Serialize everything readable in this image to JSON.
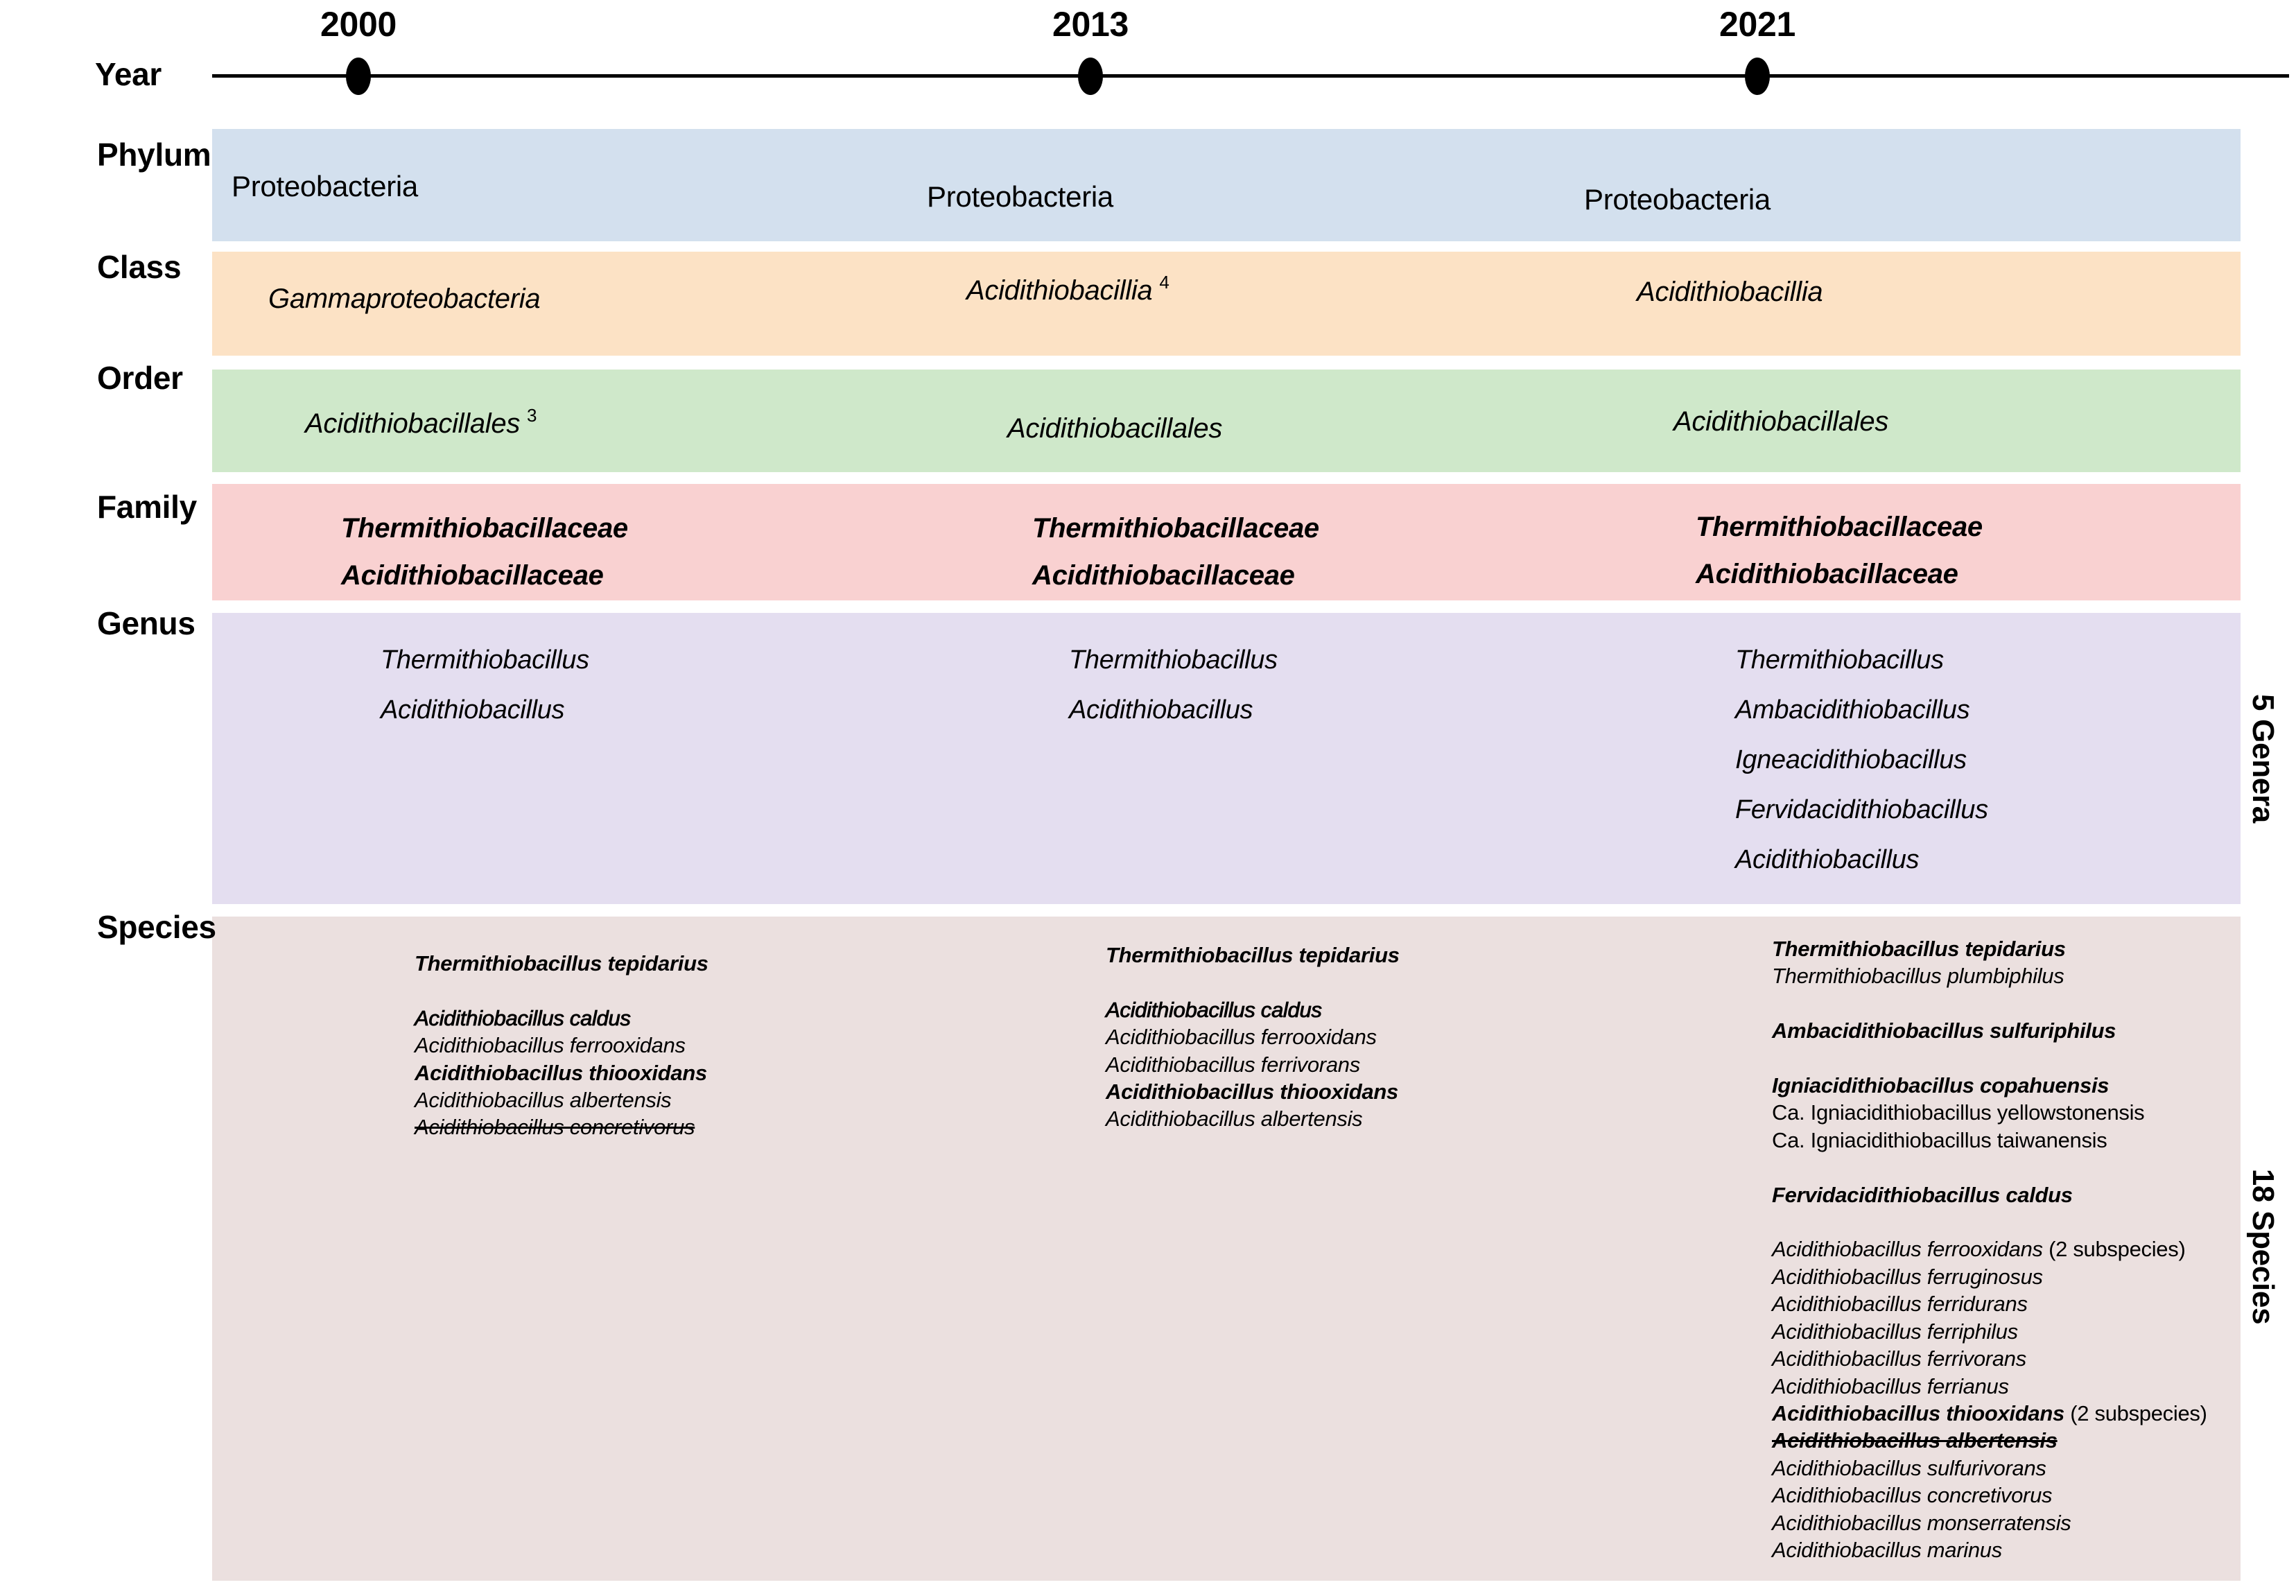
{
  "figure": {
    "background": "#ffffff",
    "text_color": "#000000"
  },
  "timeline": {
    "axis_label": "Year",
    "years": [
      "2000",
      "2013",
      "2021"
    ]
  },
  "side_labels": [
    {
      "id": "genera",
      "text": "5 Genera"
    },
    {
      "id": "species",
      "text": "18 Species"
    }
  ],
  "band_colors": {
    "phylum": "#d3e0ee",
    "class": "#fce2c5",
    "order": "#cfe8ca",
    "family": "#f9d1d1",
    "genus": "#e4def0",
    "species": "#ebe0df"
  },
  "taxonomy_rows": [
    {
      "key": "phylum",
      "rank": "Phylum",
      "columns": [
        [
          {
            "t": "Proteobacteria",
            "s": "r"
          }
        ],
        [
          {
            "t": "Proteobacteria",
            "s": "r"
          }
        ],
        [
          {
            "t": "Proteobacteria",
            "s": "r"
          }
        ]
      ]
    },
    {
      "key": "class",
      "rank": "Class",
      "columns": [
        [
          {
            "t": "Gammaproteobacteria",
            "s": "i"
          }
        ],
        [
          {
            "t": "Acidithiobacillia",
            "s": "i",
            "sup": "4"
          }
        ],
        [
          {
            "t": "Acidithiobacillia",
            "s": "i"
          }
        ]
      ]
    },
    {
      "key": "order",
      "rank": "Order",
      "columns": [
        [
          {
            "t": "Acidithiobacillales",
            "s": "i",
            "sup": "3"
          }
        ],
        [
          {
            "t": "Acidithiobacillales",
            "s": "i"
          }
        ],
        [
          {
            "t": "Acidithiobacillales",
            "s": "i"
          }
        ]
      ]
    },
    {
      "key": "family",
      "rank": "Family",
      "columns": [
        [
          {
            "t": "Thermithiobacillaceae",
            "s": "bi"
          },
          {
            "t": "Acidithiobacillaceae",
            "s": "bi"
          }
        ],
        [
          {
            "t": "Thermithiobacillaceae",
            "s": "bi"
          },
          {
            "t": "Acidithiobacillaceae",
            "s": "bi"
          }
        ],
        [
          {
            "t": "Thermithiobacillaceae",
            "s": "bi"
          },
          {
            "t": "Acidithiobacillaceae",
            "s": "bi"
          }
        ]
      ]
    },
    {
      "key": "genus",
      "rank": "Genus",
      "columns": [
        [
          {
            "t": "Thermithiobacillus",
            "s": "i"
          },
          {
            "t": "Acidithiobacillus",
            "s": "i"
          }
        ],
        [
          {
            "t": "Thermithiobacillus",
            "s": "i"
          },
          {
            "t": "Acidithiobacillus",
            "s": "i"
          }
        ],
        [
          {
            "t": "Thermithiobacillus",
            "s": "i"
          },
          {
            "t": "Ambacidithiobacillus",
            "s": "i"
          },
          {
            "t": "Igneacidithiobacillus",
            "s": "i"
          },
          {
            "t": "Fervidacidithiobacillus",
            "s": "i"
          },
          {
            "t": "Acidithiobacillus",
            "s": "i"
          }
        ]
      ]
    },
    {
      "key": "species",
      "rank": "Species",
      "columns": [
        [
          {
            "t": "Thermithiobacillus tepidarius",
            "s": "bi"
          },
          {
            "s": "blank"
          },
          {
            "t": "Acidithiobacillus caldus",
            "s": "sbi"
          },
          {
            "t": "Acidithiobacillus ferrooxidans",
            "s": "i"
          },
          {
            "t": "Acidithiobacillus thiooxidans",
            "s": "bi"
          },
          {
            "t": "Acidithiobacillus albertensis",
            "s": "i"
          },
          {
            "t": "Acidithiobacillus concretivorus",
            "s": "i",
            "strike": true
          }
        ],
        [
          {
            "t": "Thermithiobacillus tepidarius",
            "s": "bi"
          },
          {
            "s": "blank"
          },
          {
            "t": "Acidithiobacillus caldus",
            "s": "sbi"
          },
          {
            "t": "Acidithiobacillus ferrooxidans",
            "s": "i"
          },
          {
            "t": "Acidithiobacillus ferrivorans",
            "s": "i"
          },
          {
            "t": "Acidithiobacillus thiooxidans",
            "s": "bi"
          },
          {
            "t": "Acidithiobacillus albertensis",
            "s": "i"
          }
        ],
        [
          {
            "t": "Thermithiobacillus tepidarius",
            "s": "bi"
          },
          {
            "t": "Thermithiobacillus plumbiphilus",
            "s": "i"
          },
          {
            "s": "blank"
          },
          {
            "t": "Ambacidithiobacillus sulfuriphilus",
            "s": "bi"
          },
          {
            "s": "blank"
          },
          {
            "t": "Igniacidithiobacillus copahuensis",
            "s": "bi"
          },
          {
            "t": "Ca. Igniacidithiobacillus yellowstonensis",
            "s": "r"
          },
          {
            "t": "Ca. Igniacidithiobacillus taiwanensis",
            "s": "r"
          },
          {
            "s": "blank"
          },
          {
            "t": "Fervidacidithiobacillus caldus",
            "s": "bi"
          },
          {
            "s": "blank"
          },
          {
            "t": "Acidithiobacillus ferrooxidans",
            "s": "i",
            "suffix": " (2 subspecies)"
          },
          {
            "t": "Acidithiobacillus ferruginosus",
            "s": "i"
          },
          {
            "t": "Acidithiobacillus ferridurans",
            "s": "i"
          },
          {
            "t": "Acidithiobacillus ferriphilus",
            "s": "i"
          },
          {
            "t": "Acidithiobacillus ferrivorans",
            "s": "i"
          },
          {
            "t": "Acidithiobacillus ferrianus",
            "s": "i"
          },
          {
            "t": "Acidithiobacillus thiooxidans",
            "s": "bi",
            "suffix": " (2 subspecies)"
          },
          {
            "t": "Acidithiobacillus albertensis",
            "s": "bi",
            "strike": true
          },
          {
            "t": "Acidithiobacillus sulfurivorans",
            "s": "i"
          },
          {
            "t": "Acidithiobacillus concretivorus",
            "s": "i"
          },
          {
            "t": "Acidithiobacillus monserratensis",
            "s": "i"
          },
          {
            "t": "Acidithiobacillus marinus",
            "s": "i"
          }
        ]
      ]
    }
  ]
}
